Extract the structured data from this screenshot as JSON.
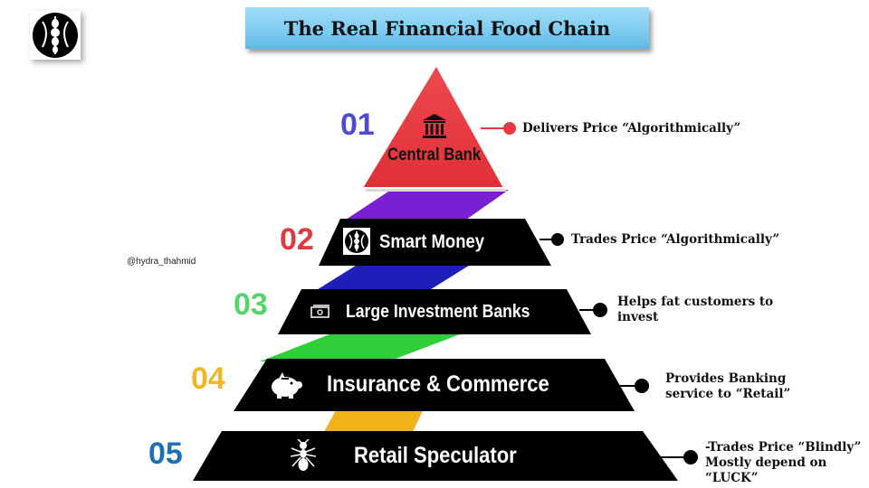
{
  "title": "The Real Financial Food Chain",
  "handle": "@hydra_thahmid",
  "colors": {
    "tier1": "#e8373f",
    "tier2": "#1f1fb8",
    "tier3": "#2fcf3a",
    "tier4": "#f2b21a",
    "tier_fill": "#000000",
    "num1": "#4b4bd6",
    "num2": "#e03a3e",
    "num3": "#56d66a",
    "num4": "#f3b52a",
    "num5": "#1f6fb5"
  },
  "tiers": [
    {
      "number": "01",
      "label": "Central Bank",
      "icon": "bank-icon",
      "description": [
        "Delivers Price “Algorithmically”"
      ]
    },
    {
      "number": "02",
      "label": "Smart Money",
      "icon": "hydra-logo-icon",
      "description": [
        "Trades Price “Algorithmically”"
      ]
    },
    {
      "number": "03",
      "label": "Large Investment Banks",
      "icon": "money-icon",
      "description": [
        "Helps fat customers to",
        "invest"
      ]
    },
    {
      "number": "04",
      "label": "Insurance & Commerce",
      "icon": "piggy-bank-icon",
      "description": [
        "Provides Banking",
        "service to “Retail”"
      ]
    },
    {
      "number": "05",
      "label": "Retail Speculator",
      "icon": "ant-icon",
      "description": [
        "-Trades Price “Blindly”",
        "Mostly depend on",
        "“LUCK”"
      ]
    }
  ]
}
